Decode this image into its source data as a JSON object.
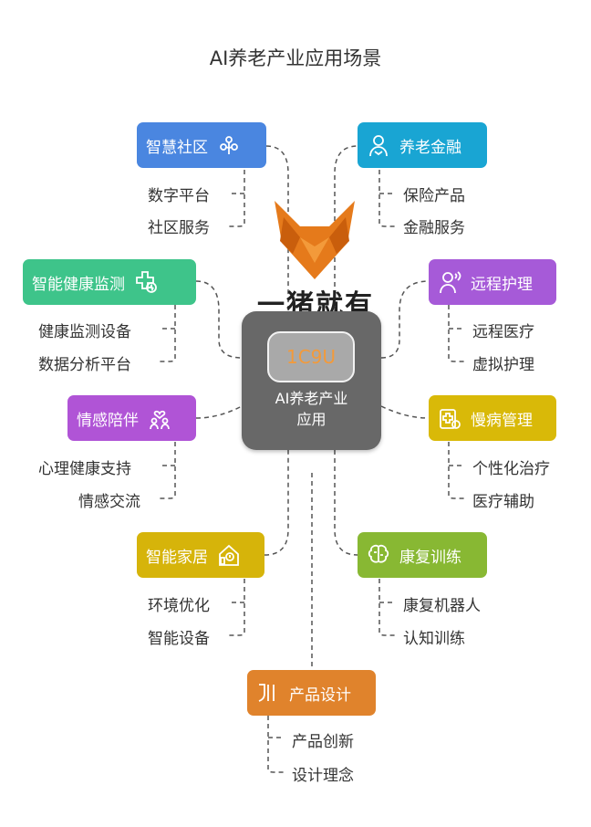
{
  "title": "AI养老产业应用场景",
  "brand": "一猪就有",
  "center": {
    "chip": "1C9U",
    "line1": "AI养老产业",
    "line2": "应用"
  },
  "nodes": {
    "smart_community": {
      "label": "智慧社区",
      "color": "#4a86e0",
      "icon": "tree-icon",
      "subs": [
        "数字平台",
        "社区服务"
      ]
    },
    "elderly_finance": {
      "label": "养老金融",
      "color": "#19a5d3",
      "icon": "person-icon",
      "subs": [
        "保险产品",
        "金融服务"
      ]
    },
    "health_monitor": {
      "label": "智能健康监测",
      "color": "#3ec48a",
      "icon": "health-plus-icon",
      "subs": [
        "健康监测设备",
        "数据分析平台"
      ]
    },
    "remote_care": {
      "label": "远程护理",
      "color": "#a65ad8",
      "icon": "doctor-icon",
      "subs": [
        "远程医疗",
        "虚拟护理"
      ]
    },
    "emotional": {
      "label": "情感陪伴",
      "color": "#b054d6",
      "icon": "heart-people-icon",
      "subs": [
        "心理健康支持",
        "情感交流"
      ]
    },
    "chronic": {
      "label": "慢病管理",
      "color": "#d9b908",
      "icon": "medical-clipboard-icon",
      "subs": [
        "个性化治疗",
        "医疗辅助"
      ]
    },
    "smart_home": {
      "label": "智能家居",
      "color": "#d6b40a",
      "icon": "smart-home-icon",
      "subs": [
        "环境优化",
        "智能设备"
      ]
    },
    "rehab": {
      "label": "康复训练",
      "color": "#88b833",
      "icon": "brain-icon",
      "subs": [
        "康复机器人",
        "认知训练"
      ]
    },
    "product_design": {
      "label": "产品设计",
      "color": "#e0832c",
      "icon": "design-icon",
      "subs": [
        "产品创新",
        "设计理念"
      ]
    }
  }
}
